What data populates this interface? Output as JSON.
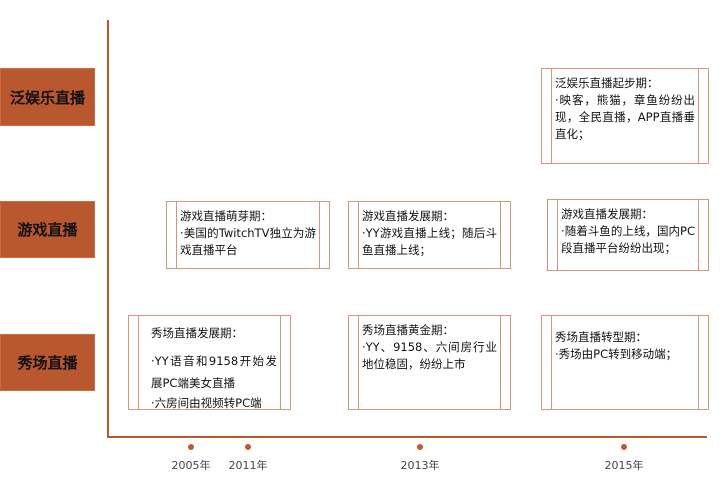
{
  "categories": [
    "泛娱乐直播",
    "游戏直播",
    "秀场直播"
  ],
  "years": [
    "2005年",
    "2011年",
    "2013年",
    "2015年"
  ],
  "boxes": {
    "pan_2015": {
      "title": "泛娱乐直播起步期：",
      "lines": [
        "·映客，熊猫，章鱼纷纷出现，全民直播，APP直播垂直化；"
      ]
    },
    "game_2011": {
      "title": "游戏直播萌芽期：",
      "lines": [
        "·美国的TwitchTV独立为游戏直播平台"
      ]
    },
    "game_2013": {
      "title": "游戏直播发展期：",
      "lines": [
        "·YY游戏直播上线；随后斗鱼直播上线；"
      ]
    },
    "game_2015": {
      "title": "游戏直播发展期：",
      "lines": [
        "·随着斗鱼的上线，国内PC段直播平台纷纷出现；"
      ]
    },
    "show_2005": {
      "title": "秀场直播发展期：",
      "lines": [
        "·YY语音和9158开始发展PC端美女直播",
        "·六房间由视频转PC端"
      ]
    },
    "show_2013": {
      "title": "秀场直播黄金期：",
      "lines": [
        "·YY、9158、六间房行业地位稳固，纷纷上市"
      ]
    },
    "show_2015": {
      "title": "秀场直播转型期：",
      "lines": [
        "·秀场由PC转到移动端；"
      ]
    }
  }
}
